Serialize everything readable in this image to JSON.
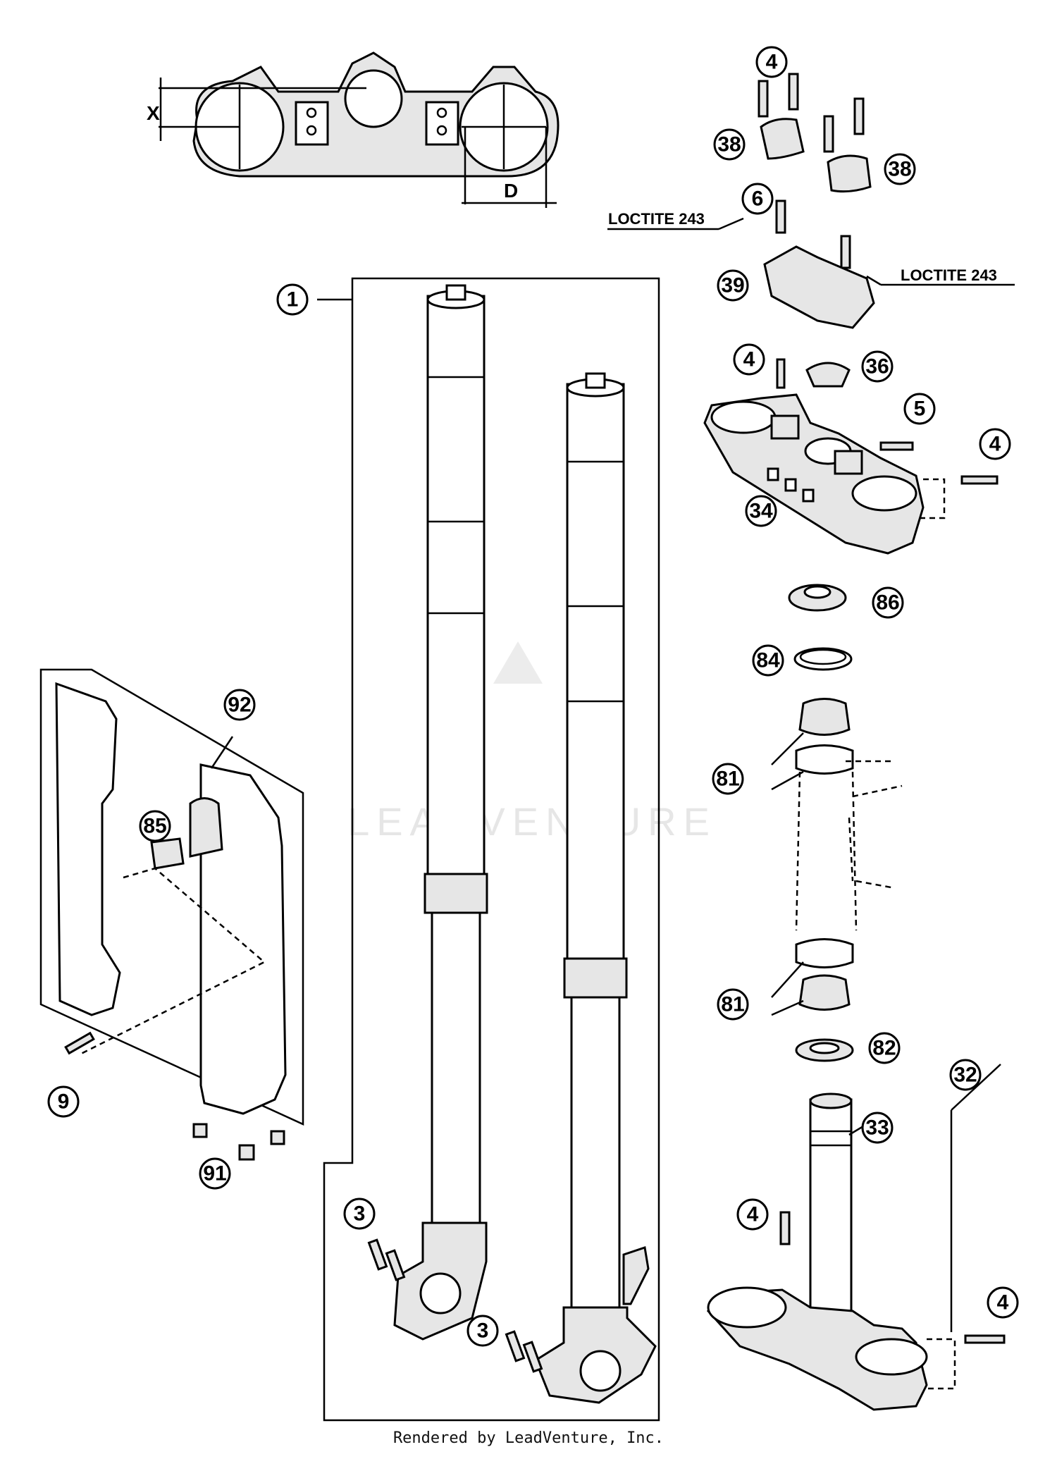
{
  "callouts": [
    {
      "id": "c1",
      "label": "1"
    },
    {
      "id": "c3a",
      "label": "3"
    },
    {
      "id": "c3b",
      "label": "3"
    },
    {
      "id": "c4a",
      "label": "4"
    },
    {
      "id": "c4b",
      "label": "4"
    },
    {
      "id": "c4c",
      "label": "4"
    },
    {
      "id": "c4d",
      "label": "4"
    },
    {
      "id": "c4e",
      "label": "4"
    },
    {
      "id": "c5",
      "label": "5"
    },
    {
      "id": "c6",
      "label": "6"
    },
    {
      "id": "c9",
      "label": "9"
    },
    {
      "id": "c32",
      "label": "32"
    },
    {
      "id": "c33",
      "label": "33"
    },
    {
      "id": "c34",
      "label": "34"
    },
    {
      "id": "c36",
      "label": "36"
    },
    {
      "id": "c38a",
      "label": "38"
    },
    {
      "id": "c38b",
      "label": "38"
    },
    {
      "id": "c39",
      "label": "39"
    },
    {
      "id": "c81a",
      "label": "81"
    },
    {
      "id": "c81b",
      "label": "81"
    },
    {
      "id": "c82",
      "label": "82"
    },
    {
      "id": "c84",
      "label": "84"
    },
    {
      "id": "c85",
      "label": "85"
    },
    {
      "id": "c86",
      "label": "86"
    },
    {
      "id": "c91",
      "label": "91"
    },
    {
      "id": "c92",
      "label": "92"
    }
  ],
  "notes": {
    "loctite_left": "LOCTITE 243",
    "loctite_right": "LOCTITE 243"
  },
  "dimensions": {
    "x_label": "X",
    "d_label": "D"
  },
  "watermark": "LEADVENTURE",
  "footer": "Rendered by LeadVenture, Inc."
}
